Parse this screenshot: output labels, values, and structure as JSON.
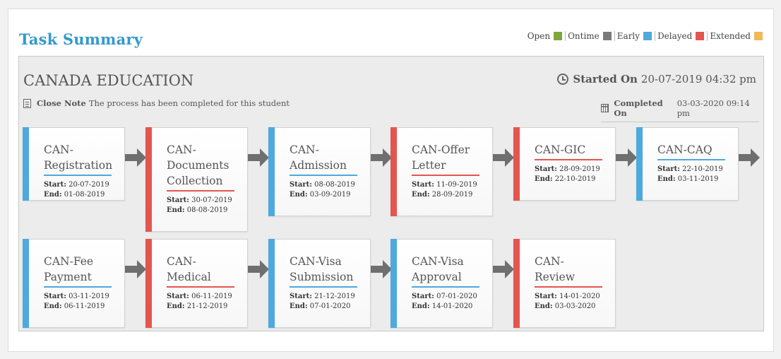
{
  "title": "Task Summary",
  "legend": [
    {
      "label": "Open",
      "color": "#7ea63b"
    },
    {
      "label": "Ontime",
      "color": "#7a7a7a"
    },
    {
      "label": "Early",
      "color": "#4ea9dc"
    },
    {
      "label": "Delayed",
      "color": "#e5554f"
    },
    {
      "label": "Extended",
      "color": "#f0b85a"
    }
  ],
  "case": {
    "name": "CANADA EDUCATION",
    "started_label": "Started On",
    "started_value": "20-07-2019 04:32 pm",
    "close_note_label": "Close Note",
    "close_note_text": "The process has been completed for this student",
    "completed_label": "Completed On",
    "completed_value": "03-03-2020 09:14 pm"
  },
  "tasks": [
    {
      "name": "CAN-Registration",
      "status": "Early",
      "color": "#4ea9dc",
      "start": "20-07-2019",
      "end": "01-08-2019"
    },
    {
      "name": "CAN-Documents Collection",
      "status": "Delayed",
      "color": "#e5554f",
      "start": "30-07-2019",
      "end": "08-08-2019"
    },
    {
      "name": "CAN-Admission",
      "status": "Early",
      "color": "#4ea9dc",
      "start": "08-08-2019",
      "end": "03-09-2019"
    },
    {
      "name": "CAN-Offer Letter",
      "status": "Delayed",
      "color": "#e5554f",
      "start": "11-09-2019",
      "end": "28-09-2019"
    },
    {
      "name": "CAN-GIC",
      "status": "Delayed",
      "color": "#e5554f",
      "start": "28-09-2019",
      "end": "22-10-2019"
    },
    {
      "name": "CAN-CAQ",
      "status": "Early",
      "color": "#4ea9dc",
      "start": "22-10-2019",
      "end": "03-11-2019"
    },
    {
      "name": "CAN-Fee Payment",
      "status": "Early",
      "color": "#4ea9dc",
      "start": "03-11-2019",
      "end": "06-11-2019"
    },
    {
      "name": "CAN-Medical",
      "status": "Delayed",
      "color": "#e5554f",
      "start": "06-11-2019",
      "end": "21-12-2019"
    },
    {
      "name": "CAN-Visa Submission",
      "status": "Early",
      "color": "#4ea9dc",
      "start": "21-12-2019",
      "end": "07-01-2020"
    },
    {
      "name": "CAN-Visa Approval",
      "status": "Early",
      "color": "#4ea9dc",
      "start": "07-01-2020",
      "end": "14-01-2020"
    },
    {
      "name": "CAN-Review",
      "status": "Delayed",
      "color": "#e5554f",
      "start": "14-01-2020",
      "end": "03-03-2020"
    }
  ],
  "labels": {
    "start": "Start:",
    "end": "End:"
  }
}
